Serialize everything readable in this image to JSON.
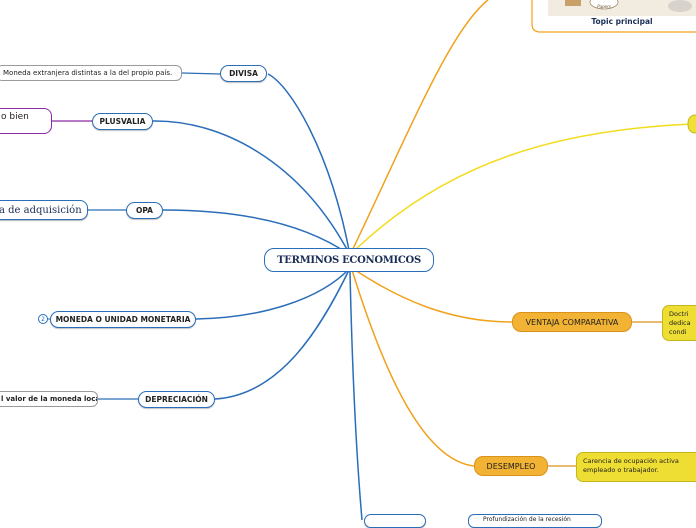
{
  "central": {
    "title": "TERMINOS ECONOMICOS"
  },
  "topic_card": {
    "caption": "Topic principal",
    "badge_text": "Papers"
  },
  "left_branches": [
    {
      "label": "DIVISA",
      "leaf": "Moneda extranjera distintas a la del propio país."
    },
    {
      "label": "PLUSVALIA",
      "leaf": "o bien"
    },
    {
      "label": "OPA",
      "leaf": "a de adquisición"
    },
    {
      "label": "MONEDA O UNIDAD MONETARIA",
      "count_badge": "2"
    },
    {
      "label": "DEPRECIACIÓN",
      "leaf": "l valor de la  moneda local"
    }
  ],
  "right_branches": [
    {
      "label": "VENTAJA  COMPARATIVA",
      "leaf_lines": [
        "Doctri",
        "dedica",
        "condi"
      ]
    },
    {
      "label": "DESEMPLEO",
      "leaf_lines": [
        "Carencia  de ocupación  activa",
        "empleado o trabajador."
      ]
    }
  ],
  "bottom_partial": {
    "leaf": "Profundización de la recesión"
  },
  "colors": {
    "blue_branch": "#2a6db8",
    "orange_branch": "#f0a21c",
    "yellow_branch": "#f2dc1e",
    "purple_leaf": "#8a2aa5"
  }
}
